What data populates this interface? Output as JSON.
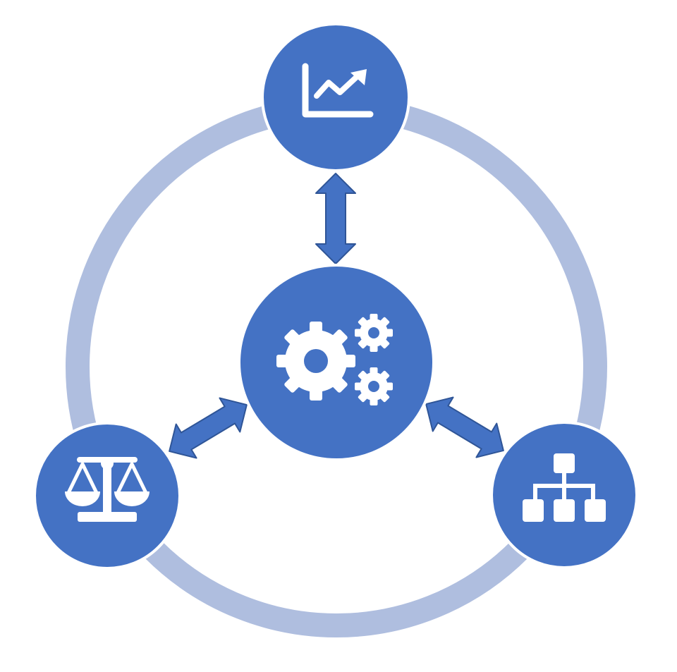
{
  "colors": {
    "ring": "#afbedf",
    "node_fill": "#4472c4",
    "node_border": "#ffffff",
    "arrow_fill": "#4472c4",
    "arrow_stroke": "#2f5597",
    "icon": "#ffffff",
    "background": "#ffffff"
  },
  "nodes": [
    {
      "id": "center",
      "icon": "gears-icon"
    },
    {
      "id": "top",
      "icon": "line-chart-trend-icon"
    },
    {
      "id": "left",
      "icon": "balance-scale-icon"
    },
    {
      "id": "right",
      "icon": "hierarchy-org-chart-icon"
    }
  ],
  "connections": [
    {
      "from": "center",
      "to": "top",
      "direction": "both"
    },
    {
      "from": "center",
      "to": "left",
      "direction": "both"
    },
    {
      "from": "center",
      "to": "right",
      "direction": "both"
    }
  ]
}
